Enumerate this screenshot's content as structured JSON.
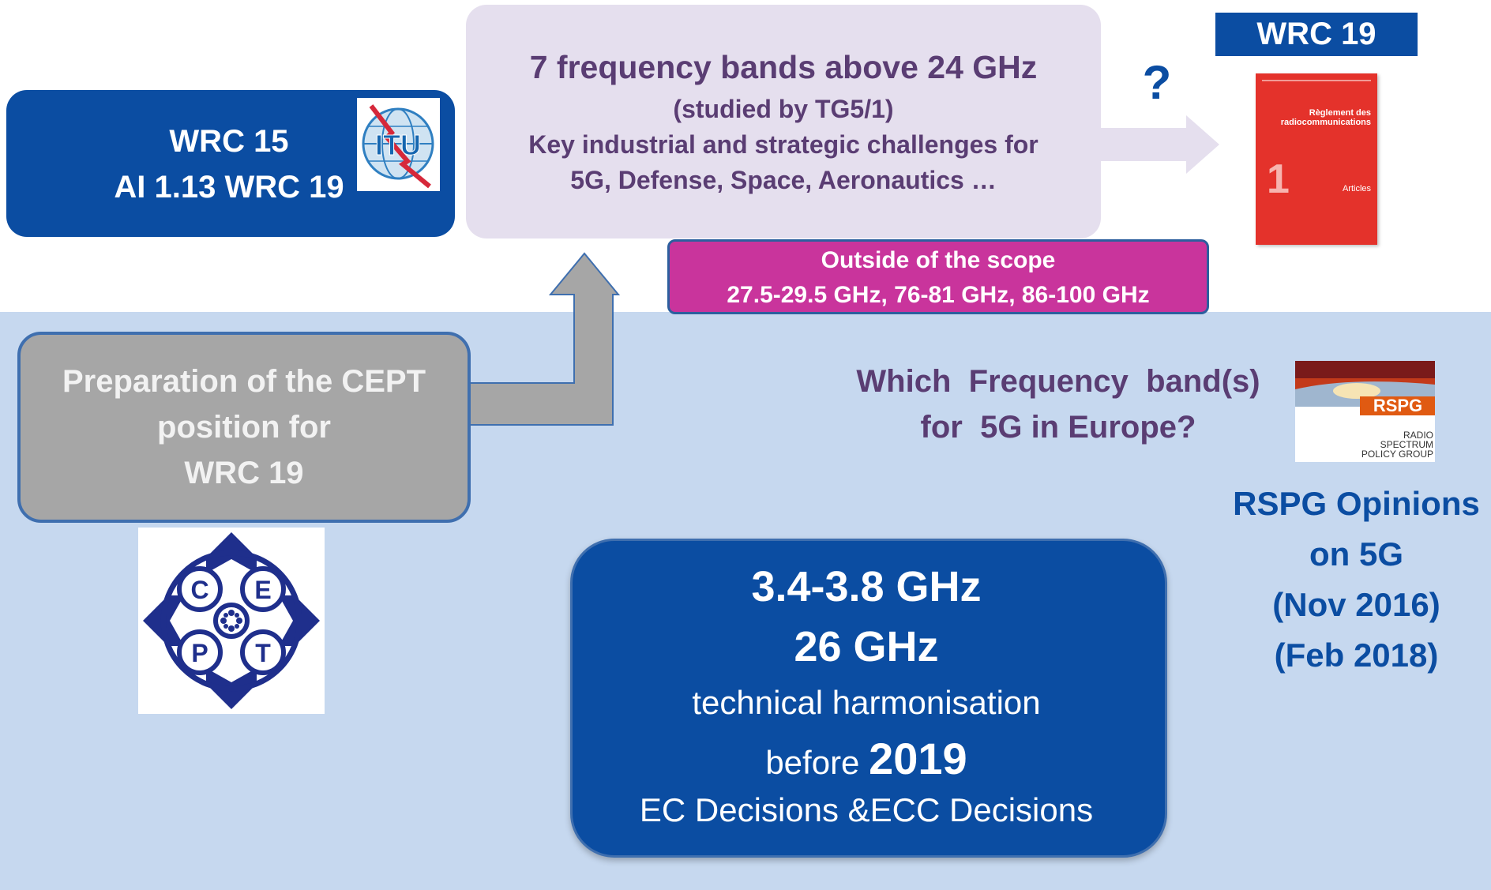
{
  "wrc15": {
    "line1": "WRC 15",
    "line2": "AI 1.13 WRC 19",
    "logo_text": "ITU",
    "logo_icon": "itu-globe-logo"
  },
  "bands": {
    "title": "7 frequency bands above 24 GHz",
    "line1": "(studied by TG5/1)",
    "line2": "Key industrial and strategic challenges for",
    "line3": "5G, Defense, Space, Aeronautics …"
  },
  "question_mark": "?",
  "wrc19": {
    "label": "WRC 19",
    "book_title": "Règlement des radiocommunications",
    "book_number": "1",
    "book_section": "Articles"
  },
  "scope": {
    "line1": "Outside of the scope",
    "line2": "27.5-29.5 GHz, 76-81 GHz, 86-100 GHz"
  },
  "cept_prep": {
    "line1": "Preparation of the CEPT",
    "line2": "position for",
    "line3": "WRC 19"
  },
  "cept_logo": {
    "letters": [
      "C",
      "E",
      "P",
      "T"
    ],
    "icon": "cept-logo"
  },
  "question_5g": {
    "line1": "Which  Frequency  band(s)",
    "line2": "for  5G in Europe?"
  },
  "rspg": {
    "logo_text": "RSPG",
    "logo_sub1": "RADIO",
    "logo_sub2": "SPECTRUM",
    "logo_sub3": "POLICY GROUP",
    "opinions": [
      "RSPG Opinions",
      "on 5G",
      "(Nov 2016)",
      "(Feb 2018)"
    ]
  },
  "ec": {
    "band1": "3.4-3.8 GHz",
    "band2": "26 GHz",
    "line3": "technical harmonisation",
    "line4_prefix": "before",
    "line4_year": "2019",
    "line5": "EC Decisions &ECC Decisions"
  },
  "colors": {
    "dark_blue": "#0b4da2",
    "purple_text": "#5a3d73",
    "lavender": "#e5dfee",
    "magenta": "#c9349c",
    "light_blue_band": "#c6d8ef",
    "grey_box": "#a6a6a6",
    "book_red": "#e4322b"
  }
}
